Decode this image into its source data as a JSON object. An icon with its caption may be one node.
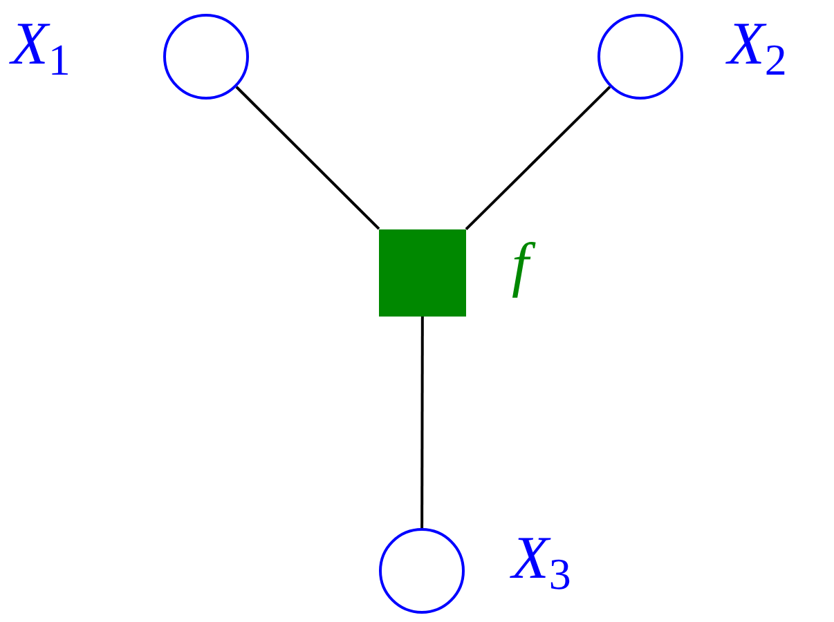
{
  "diagram": {
    "nodes": [
      {
        "text": [],
        "shape": "circle",
        "beside": [
          "*X*$_{1}$"
        ]
      },
      {
        "text": [],
        "shape": "circle",
        "beside": [
          "*X*$_{2}$"
        ]
      },
      {
        "text": [],
        "shape": "box",
        "beside": [
          "f"
        ]
      },
      {
        "text": [],
        "shape": "circle",
        "beside": [
          "*X*$_{3}$"
        ]
      }
    ],
    "edges": [
      {
        "from": 0,
        "to": 2,
        "arrow": "none"
      },
      {
        "from": 1,
        "to": 2,
        "arrow": "none"
      },
      {
        "from": 2,
        "to": 3,
        "arrow": "none"
      }
    ]
  }
}
